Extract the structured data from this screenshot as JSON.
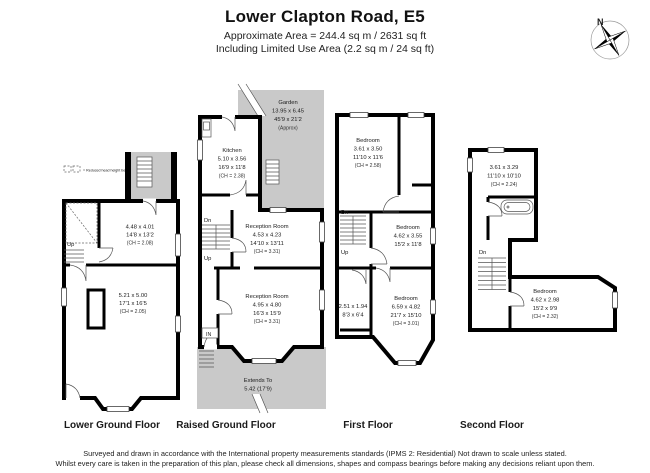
{
  "header": {
    "title": "Lower Clapton Road, E5",
    "subtitle1": "Approximate Area = 244.4 sq m / 2631 sq ft",
    "subtitle2": "Including Limited Use Area (2.2 sq m / 24 sq ft)"
  },
  "compass": {
    "north_label": "N"
  },
  "stair_labels": {
    "up": "Up",
    "dn": "Dn",
    "in": "IN"
  },
  "floors": {
    "lower_ground": {
      "label": "Lower Ground Floor",
      "legend": "= Reduced head height below 1.5m",
      "rooms": {
        "room1": [
          "4.48 x 4.01",
          "14'8 x 13'2",
          "(CH = 2.08)"
        ],
        "room2": [
          "5.21 x 5.00",
          "17'1 x 16'5",
          "(CH = 2.05)"
        ]
      }
    },
    "raised_ground": {
      "label": "Raised Ground Floor",
      "garden": [
        "Garden",
        "13.95 x 6.45",
        "45'9 x 21'2",
        "(Approx)"
      ],
      "kitchen": [
        "Kitchen",
        "5.10 x 3.56",
        "16'9 x 11'8",
        "(CH = 2.38)"
      ],
      "reception1": [
        "Reception Room",
        "4.53 x 4.23",
        "14'10 x 13'11",
        "(CH = 3.31)"
      ],
      "reception2": [
        "Reception Room",
        "4.95 x 4.80",
        "16'3 x 15'9",
        "(CH = 3.31)"
      ],
      "extends": [
        "Extends To",
        "5.42 (17'9)"
      ]
    },
    "first": {
      "label": "First Floor",
      "bedroom1": [
        "Bedroom",
        "3.61 x 3.50",
        "11'10 x 11'6",
        "(CH = 2.58)"
      ],
      "bedroom2": [
        "Bedroom",
        "4.62 x 3.55",
        "15'2 x 11'8"
      ],
      "store": [
        "2.51 x 1.94",
        "8'3 x 6'4"
      ],
      "bedroom3": [
        "Bedroom",
        "6.59 x 4.82",
        "21'7 x 15'10",
        "(CH = 3.01)"
      ]
    },
    "second": {
      "label": "Second Floor",
      "room1": [
        "3.61 x 3.29",
        "11'10 x 10'10",
        "(CH = 2.24)"
      ],
      "bedroom": [
        "Bedroom",
        "4.62 x 2.98",
        "15'2 x 9'9",
        "(CH = 2.32)"
      ]
    }
  },
  "footer": {
    "line1": "Surveyed and drawn in accordance with the International property measurements standards (IPMS 2: Residential) Not drawn to scale unless stated.",
    "line2": "Whilst every care is taken in the preparation of this plan, please check all dimensions, shapes and compass bearings before making any decisions reliant upon them."
  }
}
